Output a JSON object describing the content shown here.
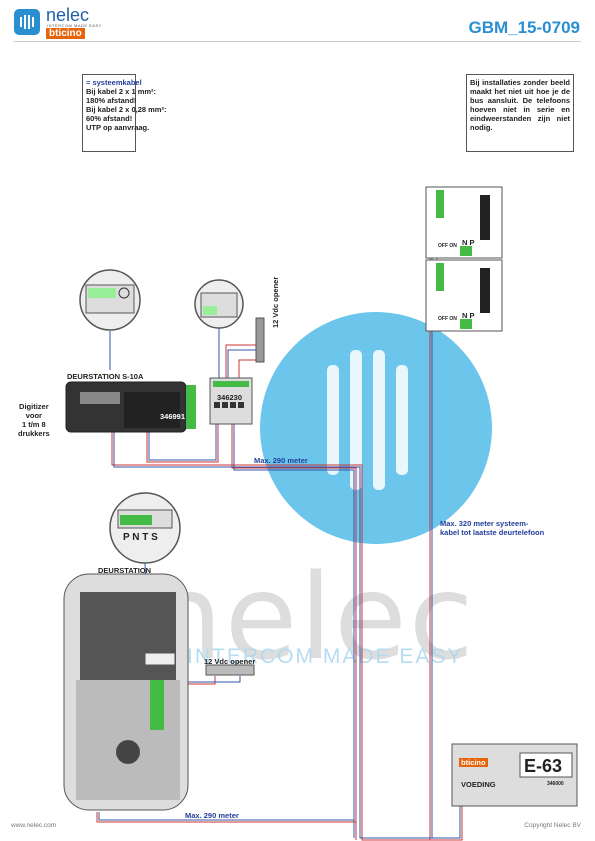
{
  "header": {
    "logo_name": "nelec",
    "logo_tagline": "INTERCOM MADE EASY",
    "logo_brand": "bticino",
    "doc_number": "GBM_15-0709"
  },
  "note_left": {
    "legend": "= systeemkabel",
    "lines": [
      "Bij kabel 2 x 1 mm²:",
      "180% afstand!",
      "Bij kabel 2 x 0,28 mm²:",
      "60% afstand!",
      "UTP op aanvraag."
    ]
  },
  "note_right": {
    "text": "Bij installaties zonder beeld maakt het niet uit hoe je de bus aansluit. De telefoons hoeven niet in serie en eindweerstanden zijn niet nodig."
  },
  "labels": {
    "deurstation_s10a": "DEURSTATION S-10A",
    "digitizer": [
      "Digitizer",
      "voor",
      "1 t/m 8",
      "drukkers"
    ],
    "module_346991": "346991",
    "module_346230": "346230",
    "opener_top": "12 Vdc opener",
    "max290_top": "Max. 290 meter",
    "max320": [
      "Max. 320 meter systeem-",
      "kabel tot laatste deurtelefoon"
    ],
    "deurstation": "DEURSTATION",
    "opener_bottom": "12 Vdc opener",
    "max290_bottom": "Max. 290 meter",
    "pnts": "P N T S",
    "supply_brand": "bticino",
    "supply_model": "E-63",
    "supply_name": "VOEDING",
    "supply_ref": "346000",
    "off_on": "OFF ON",
    "phone_np": "N  P"
  },
  "watermark": {
    "word": "nelec",
    "tagline": "INTERCOM MADE EASY"
  },
  "footer": {
    "left": "www.nelec.com",
    "right": "Copyright Nelec BV"
  },
  "colors": {
    "accent": "#2a8fd1",
    "brand_orange": "#e5640c",
    "cable_red": "#cc3333",
    "cable_blue": "#3355aa",
    "terminal_green": "#33aa33"
  }
}
